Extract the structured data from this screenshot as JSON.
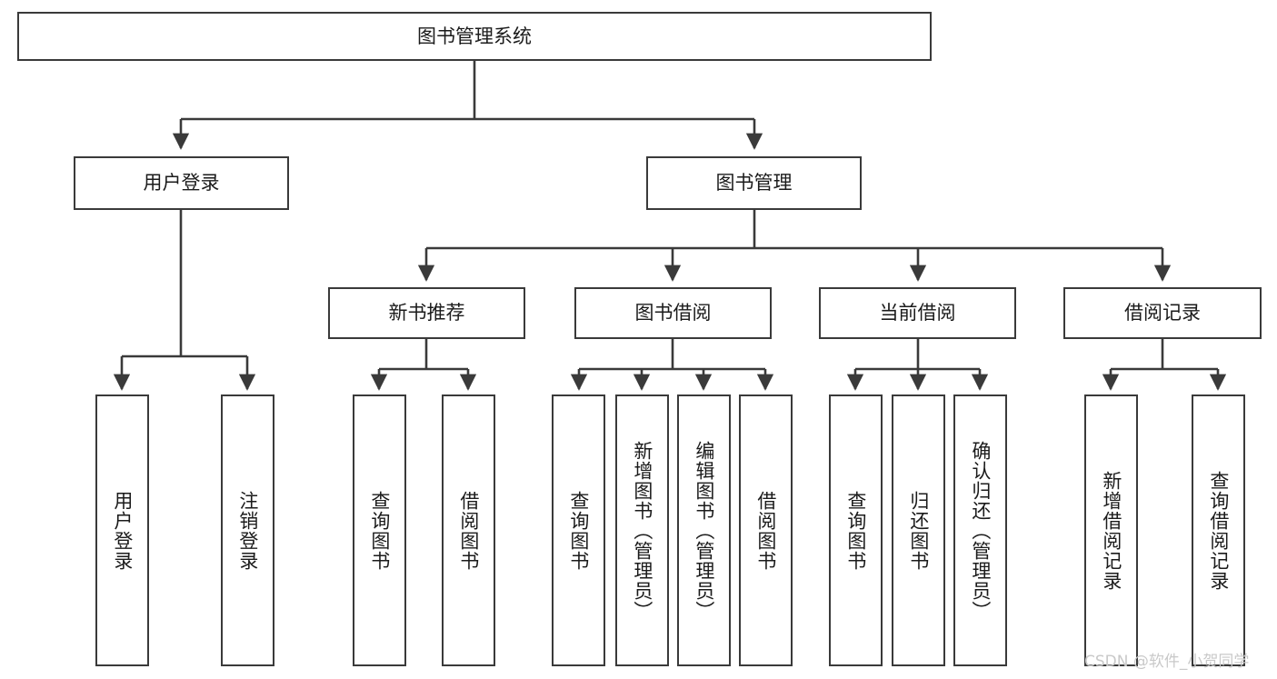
{
  "diagram": {
    "type": "tree-hierarchy",
    "title": "图书管理系统",
    "watermark": "CSDN @软件_小贺同学",
    "colors": {
      "stroke": "#3a3a3a",
      "fill": "#ffffff",
      "text": "#1b1b1b",
      "watermark": "#c9c9c9"
    },
    "root": {
      "label": "图书管理系统"
    },
    "level1": [
      {
        "label": "用户登录"
      },
      {
        "label": "图书管理"
      }
    ],
    "level2": [
      {
        "label": "新书推荐"
      },
      {
        "label": "图书借阅"
      },
      {
        "label": "当前借阅"
      },
      {
        "label": "借阅记录"
      }
    ],
    "leaves": {
      "user_login": [
        {
          "label": "用户登录"
        },
        {
          "label": "注销登录"
        }
      ],
      "new_book": [
        {
          "label": "查询图书"
        },
        {
          "label": "借阅图书"
        }
      ],
      "book_borrow": [
        {
          "label": "查询图书"
        },
        {
          "label": "新增图书（管理员）"
        },
        {
          "label": "编辑图书（管理员）"
        },
        {
          "label": "借阅图书"
        }
      ],
      "current_borrow": [
        {
          "label": "查询图书"
        },
        {
          "label": "归还图书"
        },
        {
          "label": "确认归还（管理员）"
        }
      ],
      "borrow_record": [
        {
          "label": "新增借阅记录"
        },
        {
          "label": "查询借阅记录"
        }
      ]
    }
  }
}
